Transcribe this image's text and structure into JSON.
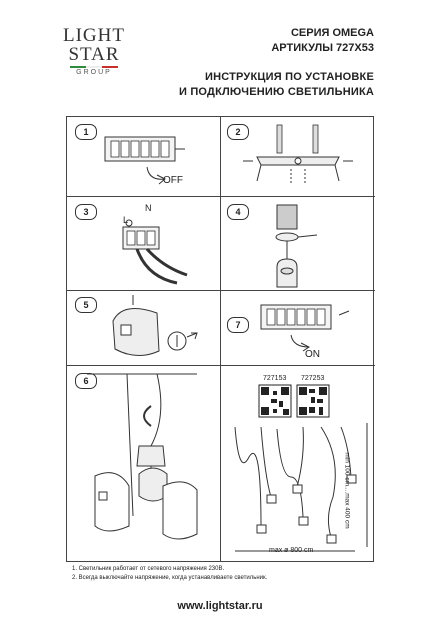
{
  "logo": {
    "line1": "LIGHT",
    "line2": "STAR",
    "line3": "GROUP",
    "flag_colors": [
      "#2e8b3d",
      "#ffffff",
      "#c8302c"
    ]
  },
  "header": {
    "series": "СЕРИЯ OMEGA",
    "articles": "АРТИКУЛЫ 727X53",
    "instruction_line1": "ИНСТРУКЦИЯ ПО УСТАНОВКЕ",
    "instruction_line2": "И ПОДКЛЮЧЕНИЮ СВЕТИЛЬНИКА"
  },
  "steps": {
    "s1": {
      "num": "1",
      "label": "OFF"
    },
    "s2": {
      "num": "2"
    },
    "s3": {
      "num": "3",
      "l": "L",
      "n": "N"
    },
    "s4": {
      "num": "4"
    },
    "s5": {
      "num": "5"
    },
    "s6": {
      "num": "6"
    },
    "s7": {
      "num": "7",
      "label": "ON"
    }
  },
  "codes": {
    "code1": "727153",
    "code2": "727253"
  },
  "dims": {
    "height": "min 100 cm....max 400 cm",
    "width": "max ø 800 cm"
  },
  "notes": {
    "n1": "1. Светильник работает от сетевого напряжения 230В.",
    "n2": "2. Всегда выключайте напряжение, когда устанавливаете светильник."
  },
  "footer": {
    "url": "www.lightstar.ru"
  }
}
